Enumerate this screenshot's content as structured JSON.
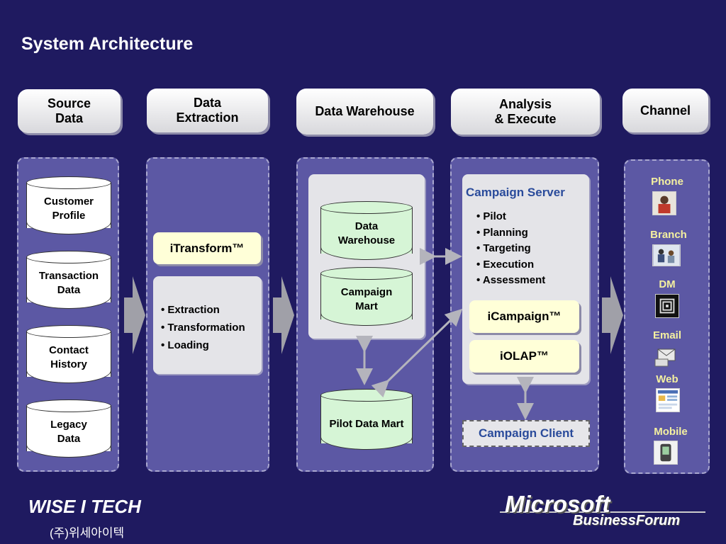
{
  "title": "System Architecture",
  "headers": {
    "source": "Source\nData",
    "extraction": "Data\nExtraction",
    "warehouse": "Data Warehouse",
    "analysis": "Analysis\n& Execute",
    "channel": "Channel"
  },
  "source_data": [
    "Customer\nProfile",
    "Transaction\nData",
    "Contact\nHistory",
    "Legacy\nData"
  ],
  "extraction": {
    "product": "iTransform™",
    "steps": [
      "Extraction",
      "Transformation",
      "Loading"
    ]
  },
  "warehouse": {
    "dw": "Data\nWarehouse",
    "campaign_mart": "Campaign\nMart",
    "pilot_mart": "Pilot Data Mart"
  },
  "analysis": {
    "server_title": "Campaign Server",
    "functions": [
      "Pilot",
      "Planning",
      "Targeting",
      "Execution",
      "Assessment"
    ],
    "icampaign": "iCampaign™",
    "iolap": "iOLAP™",
    "client": "Campaign Client"
  },
  "channels": [
    {
      "label": "Phone",
      "icon": "phone-operator-icon"
    },
    {
      "label": "Branch",
      "icon": "branch-office-icon"
    },
    {
      "label": "DM",
      "icon": "direct-mail-icon"
    },
    {
      "label": "Email",
      "icon": "email-icon"
    },
    {
      "label": "Web",
      "icon": "web-page-icon"
    },
    {
      "label": "Mobile",
      "icon": "mobile-device-icon"
    }
  ],
  "logos": {
    "company": "WISE I TECH",
    "company_korean": "(주)위세아이텍",
    "sponsor": "Microsoft",
    "sponsor_sub": "BusinessForum"
  }
}
